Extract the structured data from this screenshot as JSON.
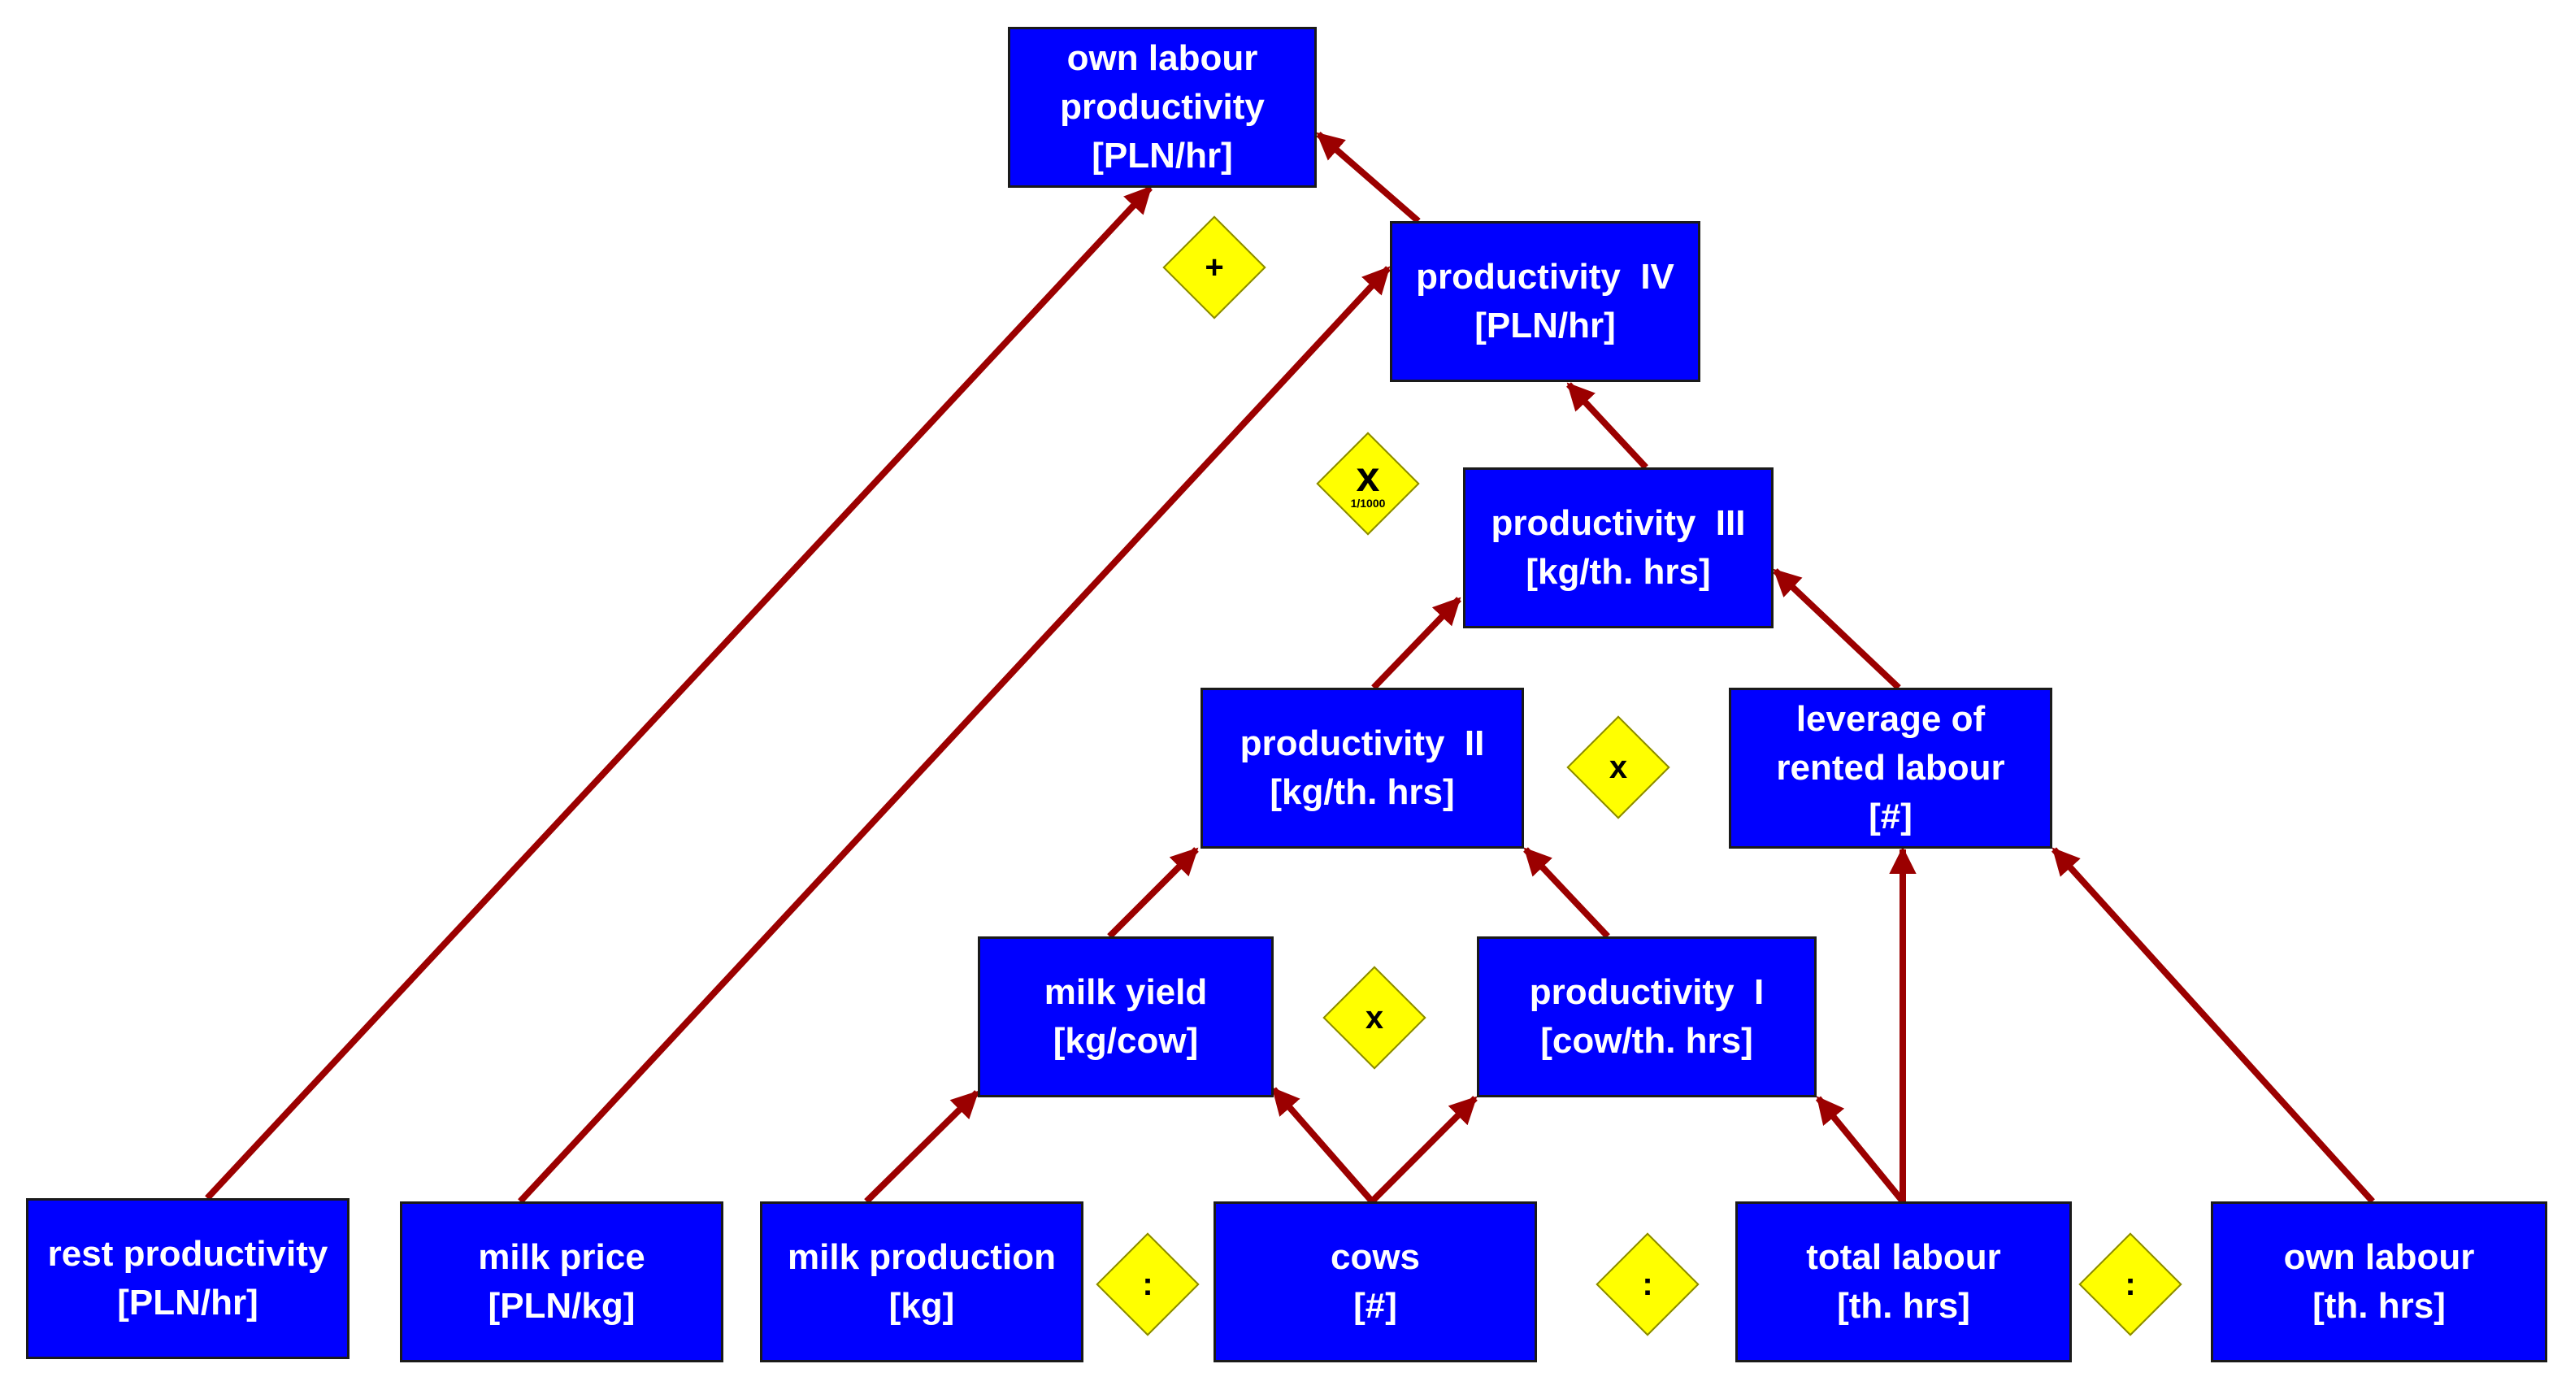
{
  "nodes": {
    "own_labour_productivity": [
      "own labour",
      "productivity",
      "[PLN/hr]"
    ],
    "productivity_iv": [
      "productivity  IV",
      "[PLN/hr]"
    ],
    "productivity_iii": [
      "productivity  III",
      "[kg/th. hrs]"
    ],
    "productivity_ii": [
      "productivity  II",
      "[kg/th. hrs]"
    ],
    "leverage_of_rented_labour": [
      "leverage of",
      "rented labour",
      "[#]"
    ],
    "milk_yield": [
      "milk yield",
      "[kg/cow]"
    ],
    "productivity_i": [
      "productivity  I",
      "[cow/th. hrs]"
    ],
    "rest_productivity": [
      "rest productivity",
      "[PLN/hr]"
    ],
    "milk_price": [
      "milk price",
      "[PLN/kg]"
    ],
    "milk_production": [
      "milk production",
      "[kg]"
    ],
    "cows": [
      "cows",
      "[#]"
    ],
    "total_labour": [
      "total labour",
      "[th. hrs]"
    ],
    "own_labour": [
      "own labour",
      "[th. hrs]"
    ]
  },
  "operators": {
    "plus": "+",
    "multiply_scaled": "x",
    "multiply_scaled_note": "1/1000",
    "multiply_ii": "x",
    "multiply_i": "x",
    "divide_milk_cows": ":",
    "divide_cows_labour": ":",
    "divide_labour_own": ":"
  },
  "colors": {
    "node_fill": "#0000ff",
    "node_text": "#ffffff",
    "operator_fill": "#ffff00",
    "arrow": "#9b0000"
  }
}
